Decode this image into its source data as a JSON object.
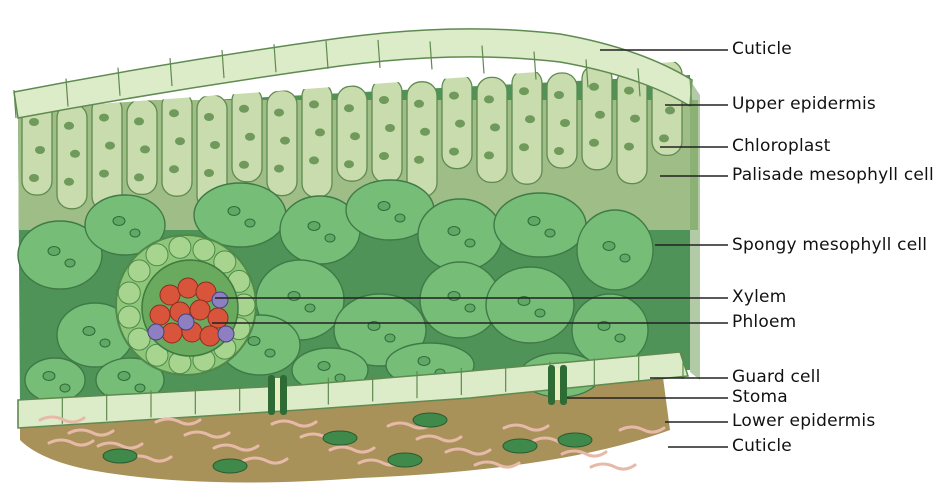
{
  "diagram": {
    "labels": [
      {
        "id": "cuticle-top",
        "text": "Cuticle"
      },
      {
        "id": "upper-epidermis",
        "text": "Upper epidermis"
      },
      {
        "id": "chloroplast",
        "text": "Chloroplast"
      },
      {
        "id": "palisade",
        "text": "Palisade mesophyll cell"
      },
      {
        "id": "spongy",
        "text": "Spongy mesophyll cell"
      },
      {
        "id": "xylem",
        "text": "Xylem"
      },
      {
        "id": "phloem",
        "text": "Phloem"
      },
      {
        "id": "guard-cell",
        "text": "Guard cell"
      },
      {
        "id": "stoma",
        "text": "Stoma"
      },
      {
        "id": "lower-epidermis",
        "text": "Lower epidermis"
      },
      {
        "id": "cuticle-bottom",
        "text": "Cuticle"
      }
    ]
  },
  "colors": {
    "epidermis_fill": "#dcebc8",
    "epidermis_stroke": "#5f8a50",
    "palisade_fill": "#c9dcae",
    "palisade_back": "#9fbd86",
    "chloroplast": "#6f9a5c",
    "spongy_fill": "#76bd78",
    "spongy_dark": "#5fa866",
    "air_space": "#4a8a52",
    "xylem": "#d8553c",
    "phloem": "#8d7fc0",
    "bundle_sheath": "#8ec77a",
    "lower_tissue": "#a8925a",
    "pink_fiber": "#e7b9a8",
    "guard_cell": "#2f6b35"
  }
}
